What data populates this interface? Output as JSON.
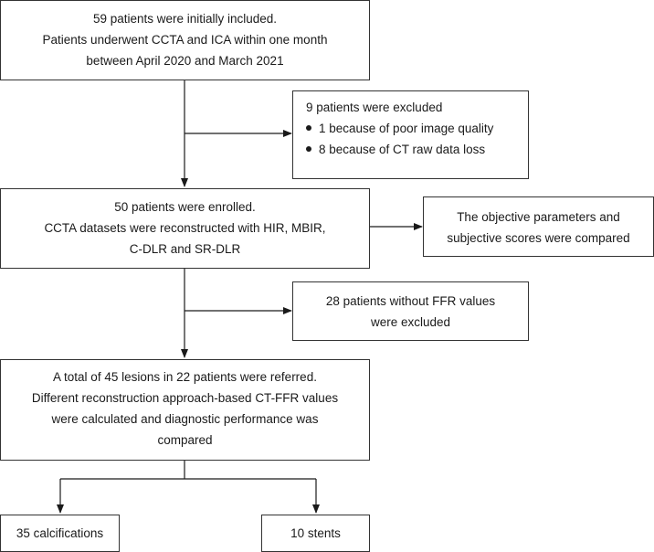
{
  "flowchart": {
    "box_initial": {
      "lines": [
        "59 patients were initially included.",
        "Patients underwent CCTA and ICA within one month",
        "between April 2020 and March 2021"
      ]
    },
    "box_excluded_1": {
      "title": "9 patients were excluded",
      "bullets": [
        "1 because of poor image quality",
        "8 because of CT raw data loss"
      ]
    },
    "box_enrolled": {
      "lines": [
        "50 patients were enrolled.",
        "CCTA datasets were reconstructed with HIR, MBIR,",
        "C-DLR and SR-DLR"
      ]
    },
    "box_compared": {
      "lines": [
        "The objective parameters and",
        "subjective scores were compared"
      ]
    },
    "box_excluded_2": {
      "lines": [
        "28 patients without FFR values",
        "were excluded"
      ]
    },
    "box_lesions": {
      "lines": [
        "A total of 45 lesions in 22 patients were referred.",
        "Different reconstruction approach-based CT-FFR values",
        "were  calculated and diagnostic performance was",
        "compared"
      ]
    },
    "box_calcifications": {
      "label": "35 calcifications"
    },
    "box_stents": {
      "label": "10 stents"
    }
  }
}
